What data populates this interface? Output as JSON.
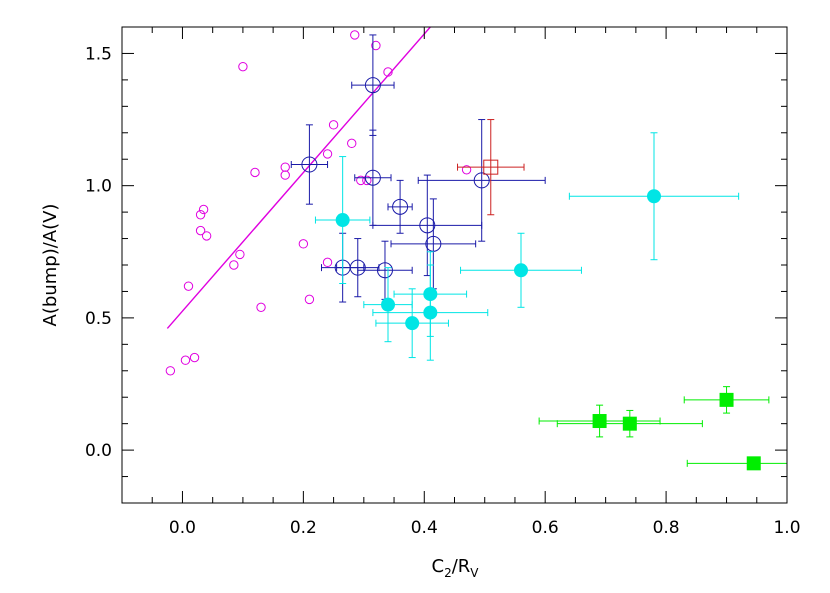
{
  "chart_data": {
    "type": "scatter",
    "title": "",
    "xlabel": {
      "base": "C",
      "base_sub": "2",
      "sep": "/R",
      "sep_sub": "V"
    },
    "ylabel": "A(bump)/A(V)",
    "xlim": [
      -0.1,
      1.0
    ],
    "ylim": [
      -0.2,
      1.6
    ],
    "xticks": [
      "0.0",
      "0.2",
      "0.4",
      "0.6",
      "0.8",
      "1.0"
    ],
    "xtick_values": [
      0.0,
      0.2,
      0.4,
      0.6,
      0.8,
      1.0
    ],
    "yticks": [
      "0.0",
      "0.5",
      "1.0",
      "1.5"
    ],
    "ytick_values": [
      0.0,
      0.5,
      1.0,
      1.5
    ],
    "grid": false,
    "legend": "none",
    "series": [
      {
        "marker": "open-circle-small",
        "color": "#e000e0",
        "points": [
          {
            "x": -0.02,
            "y": 0.3
          },
          {
            "x": 0.005,
            "y": 0.34
          },
          {
            "x": 0.02,
            "y": 0.35
          },
          {
            "x": 0.01,
            "y": 0.62
          },
          {
            "x": 0.03,
            "y": 0.83
          },
          {
            "x": 0.03,
            "y": 0.89
          },
          {
            "x": 0.035,
            "y": 0.91
          },
          {
            "x": 0.04,
            "y": 0.81
          },
          {
            "x": 0.085,
            "y": 0.7
          },
          {
            "x": 0.095,
            "y": 0.74
          },
          {
            "x": 0.1,
            "y": 1.45
          },
          {
            "x": 0.12,
            "y": 1.05
          },
          {
            "x": 0.13,
            "y": 0.54
          },
          {
            "x": 0.17,
            "y": 1.04
          },
          {
            "x": 0.17,
            "y": 1.07
          },
          {
            "x": 0.2,
            "y": 0.78
          },
          {
            "x": 0.21,
            "y": 0.57
          },
          {
            "x": 0.24,
            "y": 1.12
          },
          {
            "x": 0.24,
            "y": 0.71
          },
          {
            "x": 0.25,
            "y": 1.23
          },
          {
            "x": 0.28,
            "y": 1.16
          },
          {
            "x": 0.285,
            "y": 1.57
          },
          {
            "x": 0.295,
            "y": 1.02
          },
          {
            "x": 0.305,
            "y": 1.02
          },
          {
            "x": 0.32,
            "y": 1.53
          },
          {
            "x": 0.34,
            "y": 1.43
          },
          {
            "x": 0.47,
            "y": 1.06
          }
        ]
      },
      {
        "marker": "line",
        "color": "#e000e0",
        "points": [
          {
            "x": -0.025,
            "y": 0.46
          },
          {
            "x": 0.41,
            "y": 1.6
          }
        ]
      },
      {
        "marker": "open-circle-cross",
        "color": "#1a1aa8",
        "points": [
          {
            "x": 0.21,
            "y": 1.08,
            "xerr": 0.03,
            "yerr": 0.15
          },
          {
            "x": 0.315,
            "y": 1.38,
            "xerr": 0.035,
            "yerr": 0.19
          },
          {
            "x": 0.315,
            "y": 1.03,
            "xerr": 0.03,
            "yerr": 0.18
          },
          {
            "x": 0.36,
            "y": 0.92,
            "xerr": 0.02,
            "yerr": 0.1
          },
          {
            "x": 0.265,
            "y": 0.69,
            "xerr": 0.035,
            "yerr": 0.13
          },
          {
            "x": 0.29,
            "y": 0.69,
            "xerr": 0.035,
            "yerr": 0.11
          },
          {
            "x": 0.335,
            "y": 0.68,
            "xerr": 0.045,
            "yerr": 0.11
          },
          {
            "x": 0.405,
            "y": 0.85,
            "xerr": 0.09,
            "yerr": 0.19
          },
          {
            "x": 0.415,
            "y": 0.78,
            "xerr": 0.07,
            "yerr": 0.17
          },
          {
            "x": 0.495,
            "y": 1.02,
            "xerr": 0.105,
            "yerr": 0.23
          }
        ]
      },
      {
        "marker": "open-square-cross",
        "color": "#cc2020",
        "points": [
          {
            "x": 0.51,
            "y": 1.07,
            "xerr": 0.055,
            "yerr": 0.18
          }
        ]
      },
      {
        "marker": "filled-circle",
        "color": "#00e5e5",
        "points": [
          {
            "x": 0.265,
            "y": 0.87,
            "xerr": 0.045,
            "yerr": 0.24
          },
          {
            "x": 0.34,
            "y": 0.55,
            "xerr": 0.04,
            "yerr": 0.14
          },
          {
            "x": 0.38,
            "y": 0.48,
            "xerr": 0.06,
            "yerr": 0.13
          },
          {
            "x": 0.41,
            "y": 0.59,
            "xerr": 0.06,
            "yerr": 0.16
          },
          {
            "x": 0.41,
            "y": 0.52,
            "xerr": 0.095,
            "yerr": 0.18
          },
          {
            "x": 0.56,
            "y": 0.68,
            "xerr": 0.1,
            "yerr": 0.14
          },
          {
            "x": 0.78,
            "y": 0.96,
            "xerr": 0.14,
            "yerr": 0.24
          }
        ]
      },
      {
        "marker": "filled-square",
        "color": "#00ee00",
        "points": [
          {
            "x": 0.69,
            "y": 0.11,
            "xerr": 0.1,
            "yerr": 0.06
          },
          {
            "x": 0.74,
            "y": 0.1,
            "xerr": 0.12,
            "yerr": 0.05
          },
          {
            "x": 0.9,
            "y": 0.19,
            "xerr": 0.07,
            "yerr": 0.05
          },
          {
            "x": 0.945,
            "y": -0.05,
            "xerr": 0.11,
            "yerr": 0.0
          }
        ]
      }
    ]
  }
}
